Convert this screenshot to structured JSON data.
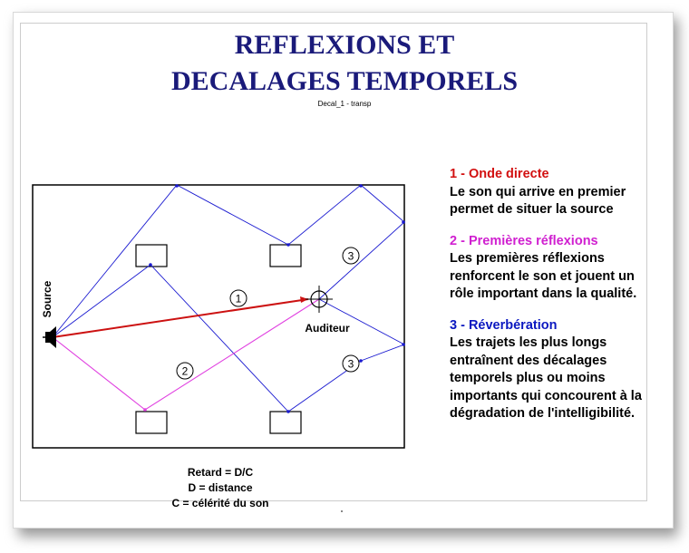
{
  "title": {
    "line1": "REFLEXIONS ET",
    "line2": "DECALAGES TEMPORELS"
  },
  "subtitle": "Decal_1 - transp",
  "diagram": {
    "source_label": "Source",
    "listener_label": "Auditeur",
    "path_numbers": [
      "1",
      "2",
      "3",
      "3"
    ]
  },
  "caption": {
    "line1": "Retard = D/C",
    "line2": "D = distance",
    "line3": "C = célérité du son"
  },
  "legend": [
    {
      "heading": "1 - Onde directe",
      "text": "Le son qui arrive en premier permet de situer la source",
      "color": "#d21010"
    },
    {
      "heading": "2 - Premières réflexions",
      "text": "Les premières réflexions renforcent le son et jouent un rôle important dans la qualité.",
      "color": "#d020d0"
    },
    {
      "heading": "3 - Réverbération",
      "text": "Les trajets les plus longs entraînent des décalages temporels plus ou moins importants qui concourent à la dégradation de l'intelligibilité.",
      "color": "#0b18c0"
    }
  ]
}
